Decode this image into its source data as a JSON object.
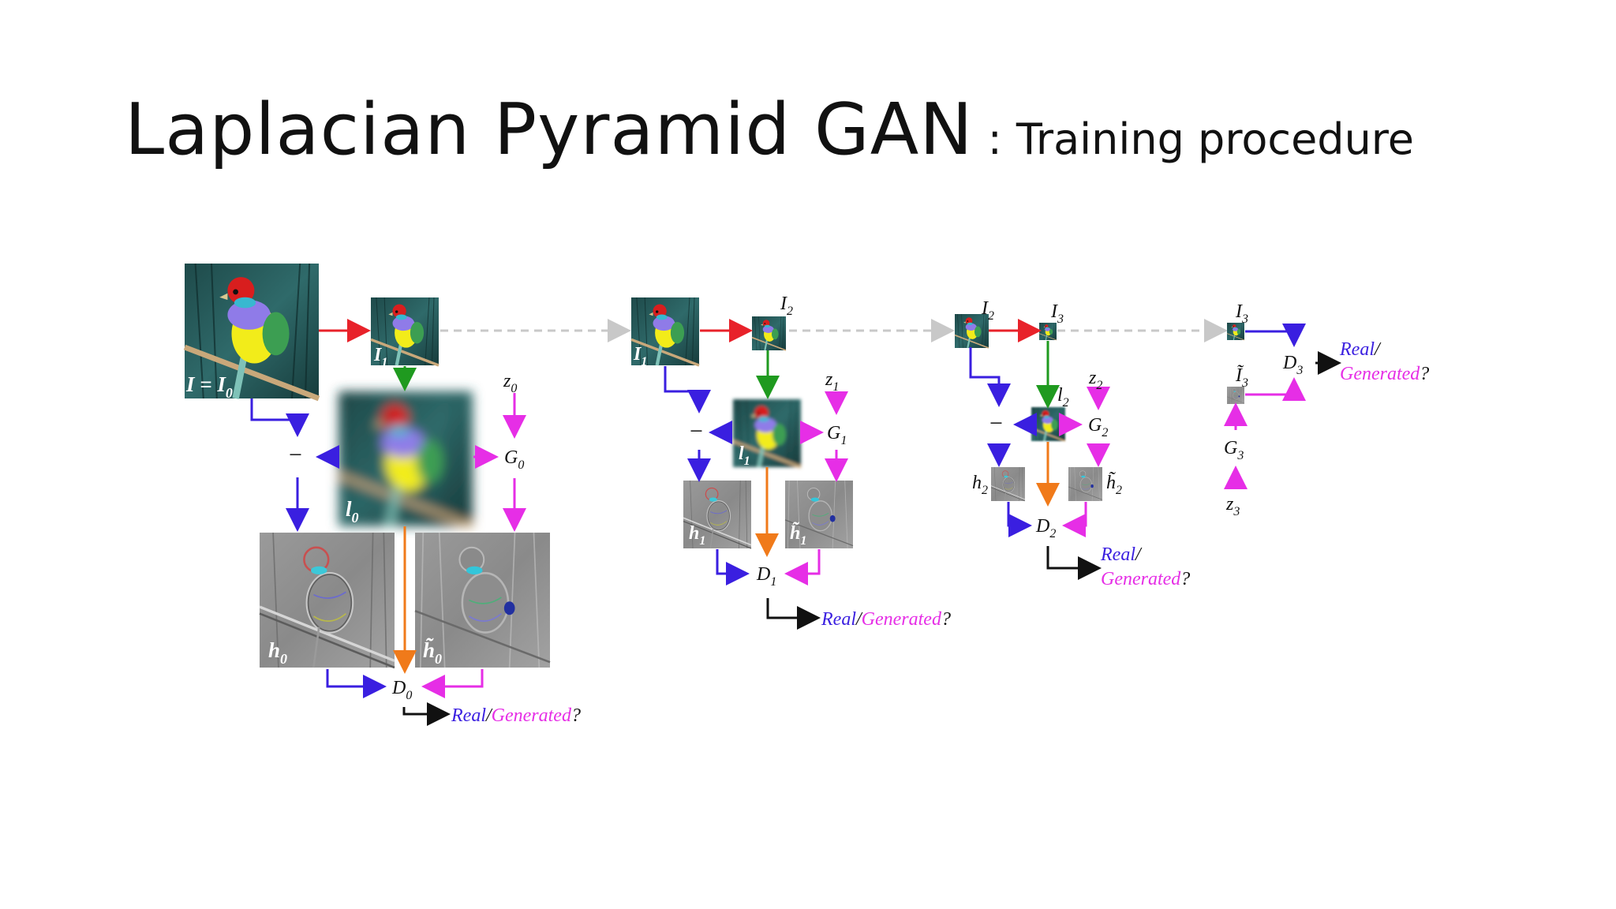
{
  "slide": {
    "title_main": "Laplacian Pyramid GAN",
    "title_sep": ":",
    "title_sub": "Training procedure"
  },
  "labels": {
    "I_eq_I0": "I = I",
    "I0_sub": "0",
    "I1_small": "I",
    "I1_sub": "1",
    "l0": "l",
    "l0_sub": "0",
    "z0": "z",
    "z0_sub": "0",
    "G0": "G",
    "G0_sub": "0",
    "h0": "h",
    "h0_sub": "0",
    "h0t": "h̃",
    "h0t_sub": "0",
    "D0": "D",
    "D0_sub": "0",
    "minus": "−",
    "I1b": "I",
    "I1b_sub": "1",
    "I2": "I",
    "I2_sub": "2",
    "l1": "l",
    "l1_sub": "1",
    "z1": "z",
    "z1_sub": "1",
    "G1": "G",
    "G1_sub": "1",
    "h1": "h",
    "h1_sub": "1",
    "h1t": "h̃",
    "h1t_sub": "1",
    "D1": "D",
    "D1_sub": "1",
    "I2b": "I",
    "I2b_sub": "2",
    "I3": "I",
    "I3_sub": "3",
    "l2": "l",
    "l2_sub": "2",
    "z2": "z",
    "z2_sub": "2",
    "G2": "G",
    "G2_sub": "2",
    "h2": "h",
    "h2_sub": "2",
    "h2t": "h̃",
    "h2t_sub": "2",
    "D2": "D",
    "D2_sub": "2",
    "I3b": "I",
    "I3b_sub": "3",
    "I3t": "Ĩ",
    "I3t_sub": "3",
    "D3": "D",
    "D3_sub": "3",
    "G3": "G",
    "G3_sub": "3",
    "z3": "z",
    "z3_sub": "3",
    "real": "Real",
    "slash": "/",
    "generated": "Generated",
    "q": "?"
  },
  "colors": {
    "real_blue": "#3a1fe0",
    "gen_magenta": "#e62ee6",
    "down_red": "#e8222a",
    "up_green": "#1f9a1f",
    "lap_orange": "#f07a1a",
    "dash_gray": "#c8c8c8",
    "arrow_black": "#111111"
  }
}
